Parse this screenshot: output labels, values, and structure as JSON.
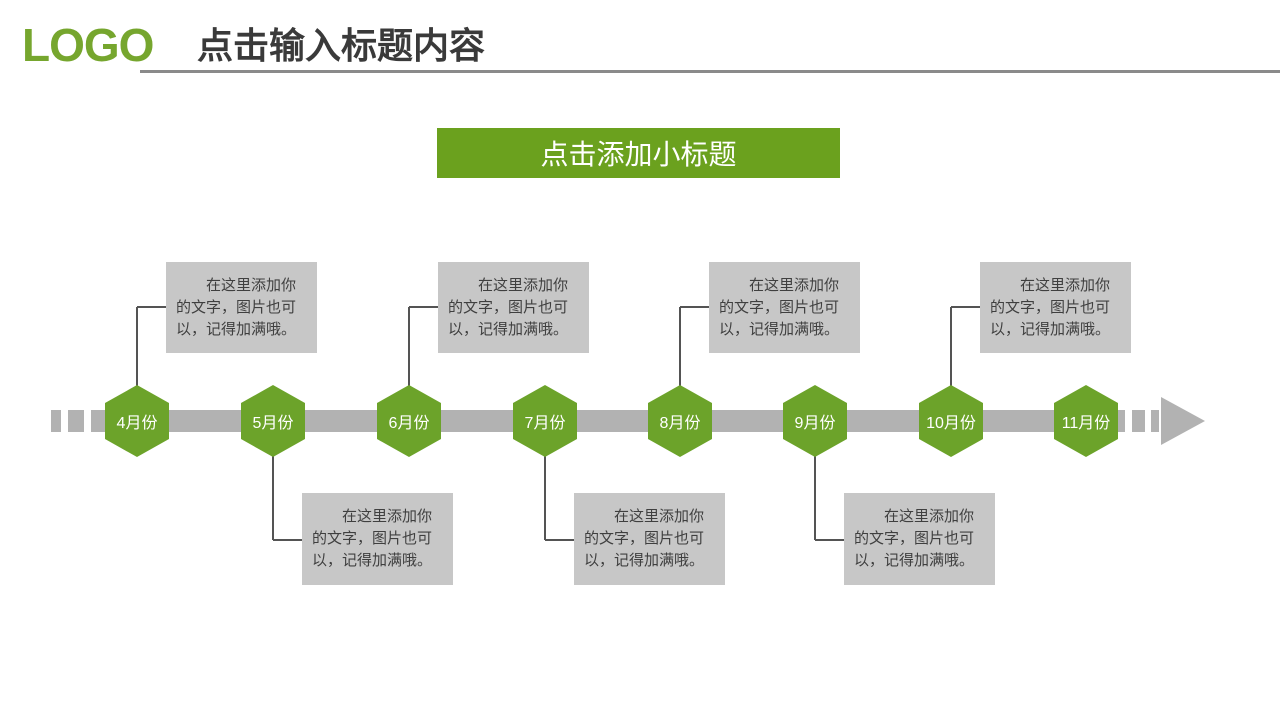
{
  "header": {
    "logo": "LOGO",
    "title": "点击输入标题内容"
  },
  "subtitle": {
    "label": "点击添加小标题"
  },
  "timeline": {
    "items": [
      {
        "label": "4月份",
        "side": "top",
        "note": "在这里添加你的文字，图片也可以，记得加满哦。"
      },
      {
        "label": "5月份",
        "side": "bottom",
        "note": "在这里添加你的文字，图片也可以，记得加满哦。"
      },
      {
        "label": "6月份",
        "side": "top",
        "note": "在这里添加你的文字，图片也可以，记得加满哦。"
      },
      {
        "label": "7月份",
        "side": "bottom",
        "note": "在这里添加你的文字，图片也可以，记得加满哦。"
      },
      {
        "label": "8月份",
        "side": "top",
        "note": "在这里添加你的文字，图片也可以，记得加满哦。"
      },
      {
        "label": "9月份",
        "side": "bottom",
        "note": "在这里添加你的文字，图片也可以，记得加满哦。"
      },
      {
        "label": "10月份",
        "side": "top",
        "note": "在这里添加你的文字，图片也可以，记得加满哦。"
      },
      {
        "label": "11月份",
        "side": "none"
      }
    ]
  },
  "colors": {
    "green": "#6ca32a",
    "banner_green": "#6ba11e",
    "logo_green": "#76a62e",
    "band_gray": "#b2b2b2",
    "note_gray": "#c7c7c7",
    "title_text": "#3a3a3a",
    "note_text": "#3f3f3f",
    "connector": "#545454",
    "rule_gray": "#8a8a8a"
  }
}
